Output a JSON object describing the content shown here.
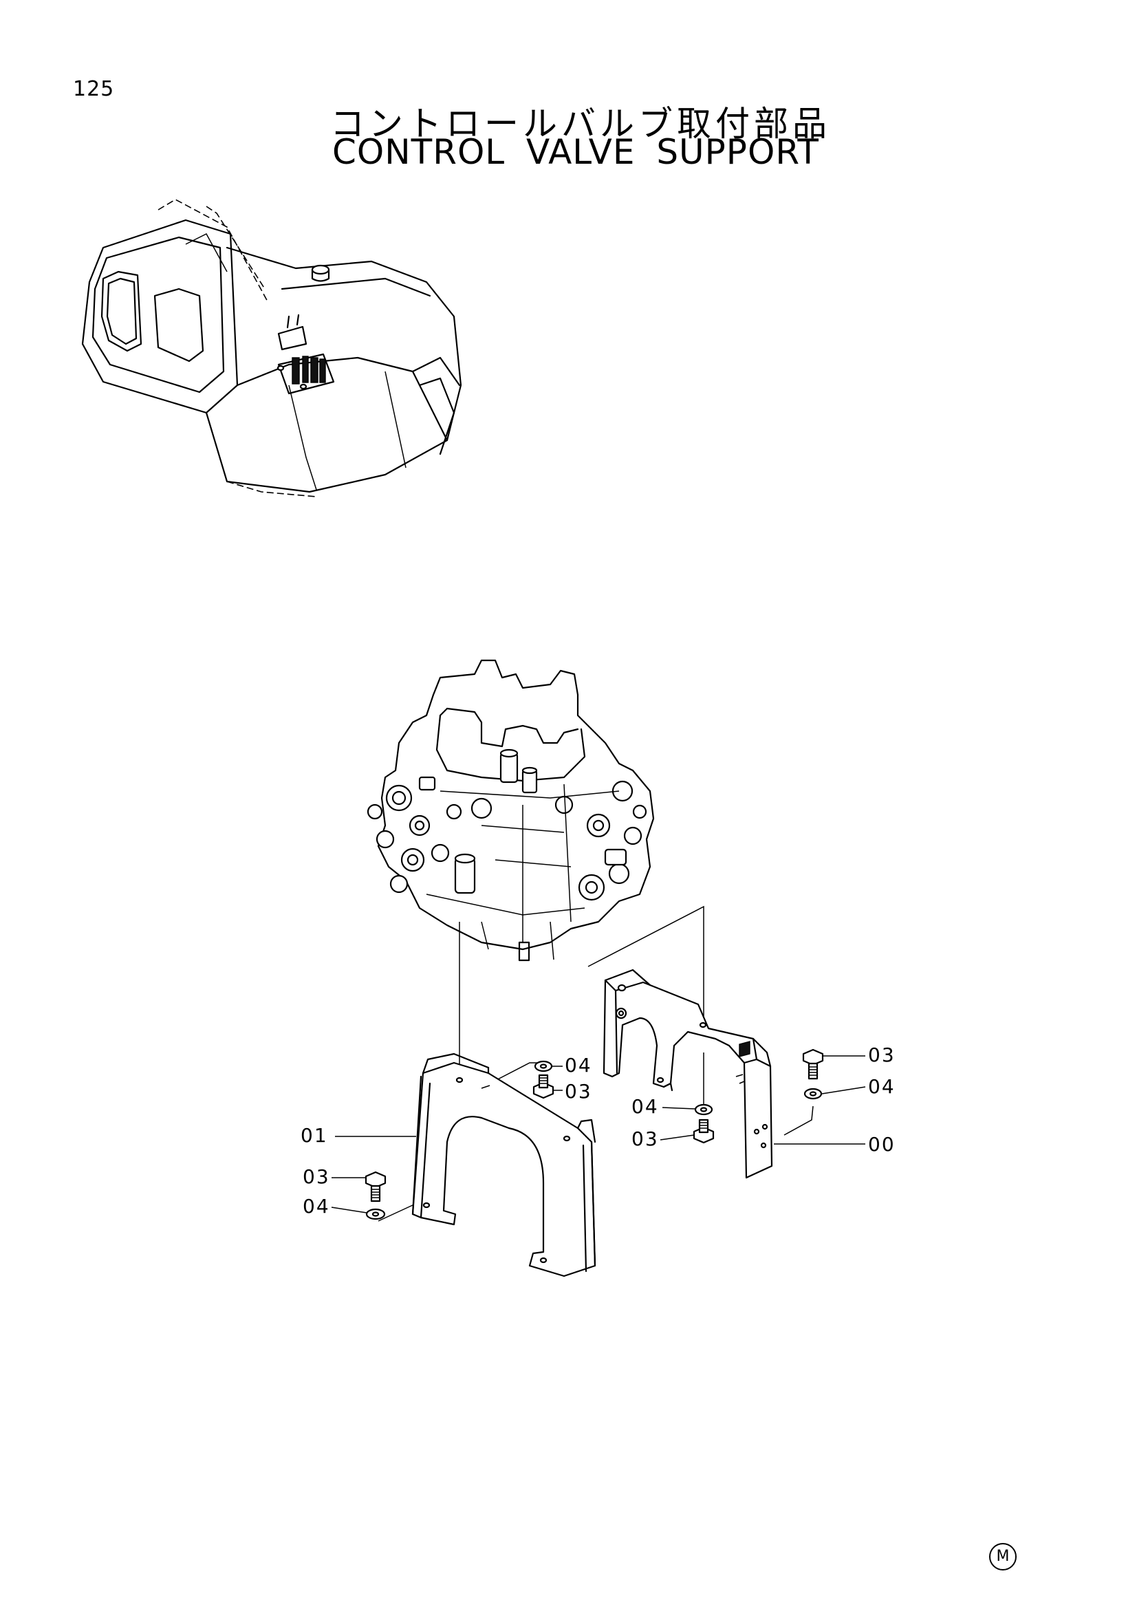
{
  "page": {
    "number": "125",
    "title_jp": "コントロールバルブ取付部品",
    "title_en": "CONTROL VALVE SUPPORT",
    "mark": "M"
  },
  "callouts": [
    {
      "id": "c01",
      "label": "01"
    },
    {
      "id": "c03a",
      "label": "03"
    },
    {
      "id": "c04a",
      "label": "04"
    },
    {
      "id": "c04b",
      "label": "04"
    },
    {
      "id": "c03b",
      "label": "03"
    },
    {
      "id": "c04c",
      "label": "04"
    },
    {
      "id": "c03c",
      "label": "03"
    },
    {
      "id": "c03d",
      "label": "03"
    },
    {
      "id": "c04d",
      "label": "04"
    },
    {
      "id": "c00",
      "label": "00"
    }
  ]
}
